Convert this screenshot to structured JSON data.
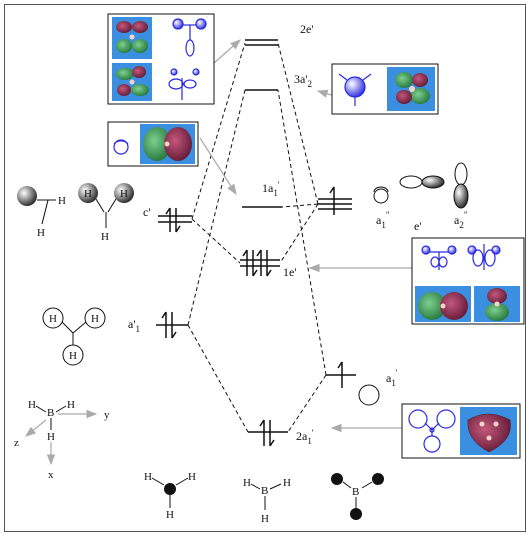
{
  "levels": {
    "e2": "2e'",
    "a2_3": "3a'",
    "a2_3_sub": "2",
    "a1_1": "1a",
    "a1_1_sub": "1",
    "a1_1_prime": "'",
    "e1": "1e'",
    "a1_2": "2a",
    "a1_2_sub": "1",
    "a1_2_prime": "'"
  },
  "left_frag": {
    "e": "c'",
    "a1": "a'",
    "a1_sub": "1"
  },
  "right_frag": {
    "a1dd": "a",
    "a1dd_sub": "1",
    "a1dd_sup": "\"",
    "e": "e'",
    "a2dd": "a",
    "a2dd_sub": "2",
    "a2dd_sup": "\"",
    "a1p": "a",
    "a1p_sub": "1",
    "a1p_sup": "'"
  },
  "atoms": {
    "H": "H",
    "B": "B"
  },
  "axes": {
    "y": "y",
    "z": "z",
    "x": "x"
  },
  "colors": {
    "orbital_blue": "#2a2ae0",
    "lobe_green": "#2f9a4a",
    "lobe_red": "#8a2a4a",
    "panel_bg": "#3a8fe0",
    "arrow_gray": "#aaaaaa"
  }
}
